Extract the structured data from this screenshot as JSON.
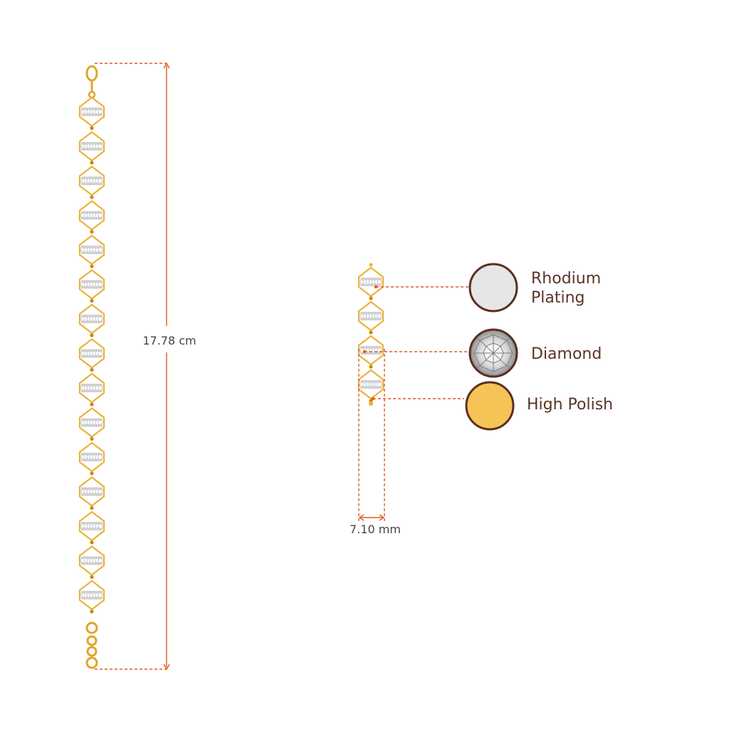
{
  "measurements": {
    "length": "17.78 cm",
    "width": "7.10 mm"
  },
  "materials": [
    {
      "label_line1": "Rhodium",
      "label_line2": "Plating",
      "swatch_color": "#e6e6e6",
      "icon": "rhodium-swatch"
    },
    {
      "label_line1": "Diamond",
      "label_line2": "",
      "swatch_color": "#e9e9e9",
      "icon": "diamond-swatch"
    },
    {
      "label_line1": "High Polish",
      "label_line2": "",
      "swatch_color": "#f5c356",
      "icon": "gold-swatch"
    }
  ],
  "colors": {
    "gold": "#e9b23a",
    "gold_dark": "#c88a14",
    "silver": "#dcdcdc",
    "guide_line": "#e25a24",
    "swatch_border": "#5b2f1f",
    "label_text": "#5a3526"
  }
}
